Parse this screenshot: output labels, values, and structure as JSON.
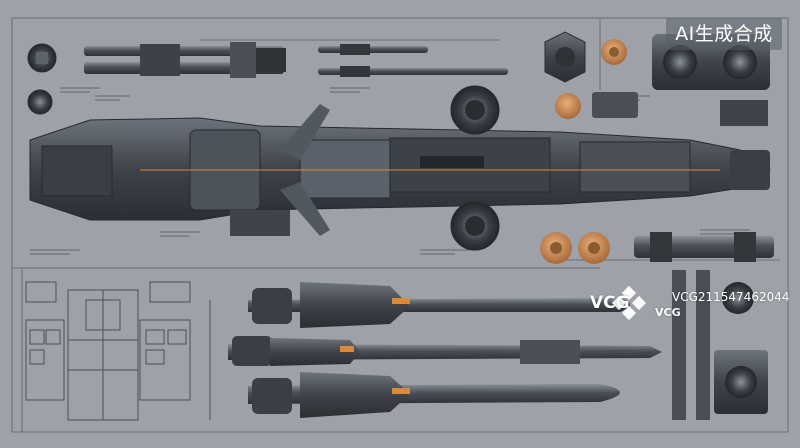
{
  "watermark": {
    "ai_badge": "AI生成合成",
    "vcg_logo": "VCG",
    "vcg_small": "VCG",
    "image_id": "VCG211547462044"
  },
  "colors": {
    "background": "#9ea2a8",
    "hull_dark": "#3a3e45",
    "hull_mid": "#5b616a",
    "hull_light": "#7d838c",
    "blueprint_line": "#4b5058",
    "accent_orange": "#d98a3a",
    "copper_disc": "#c98a55"
  }
}
